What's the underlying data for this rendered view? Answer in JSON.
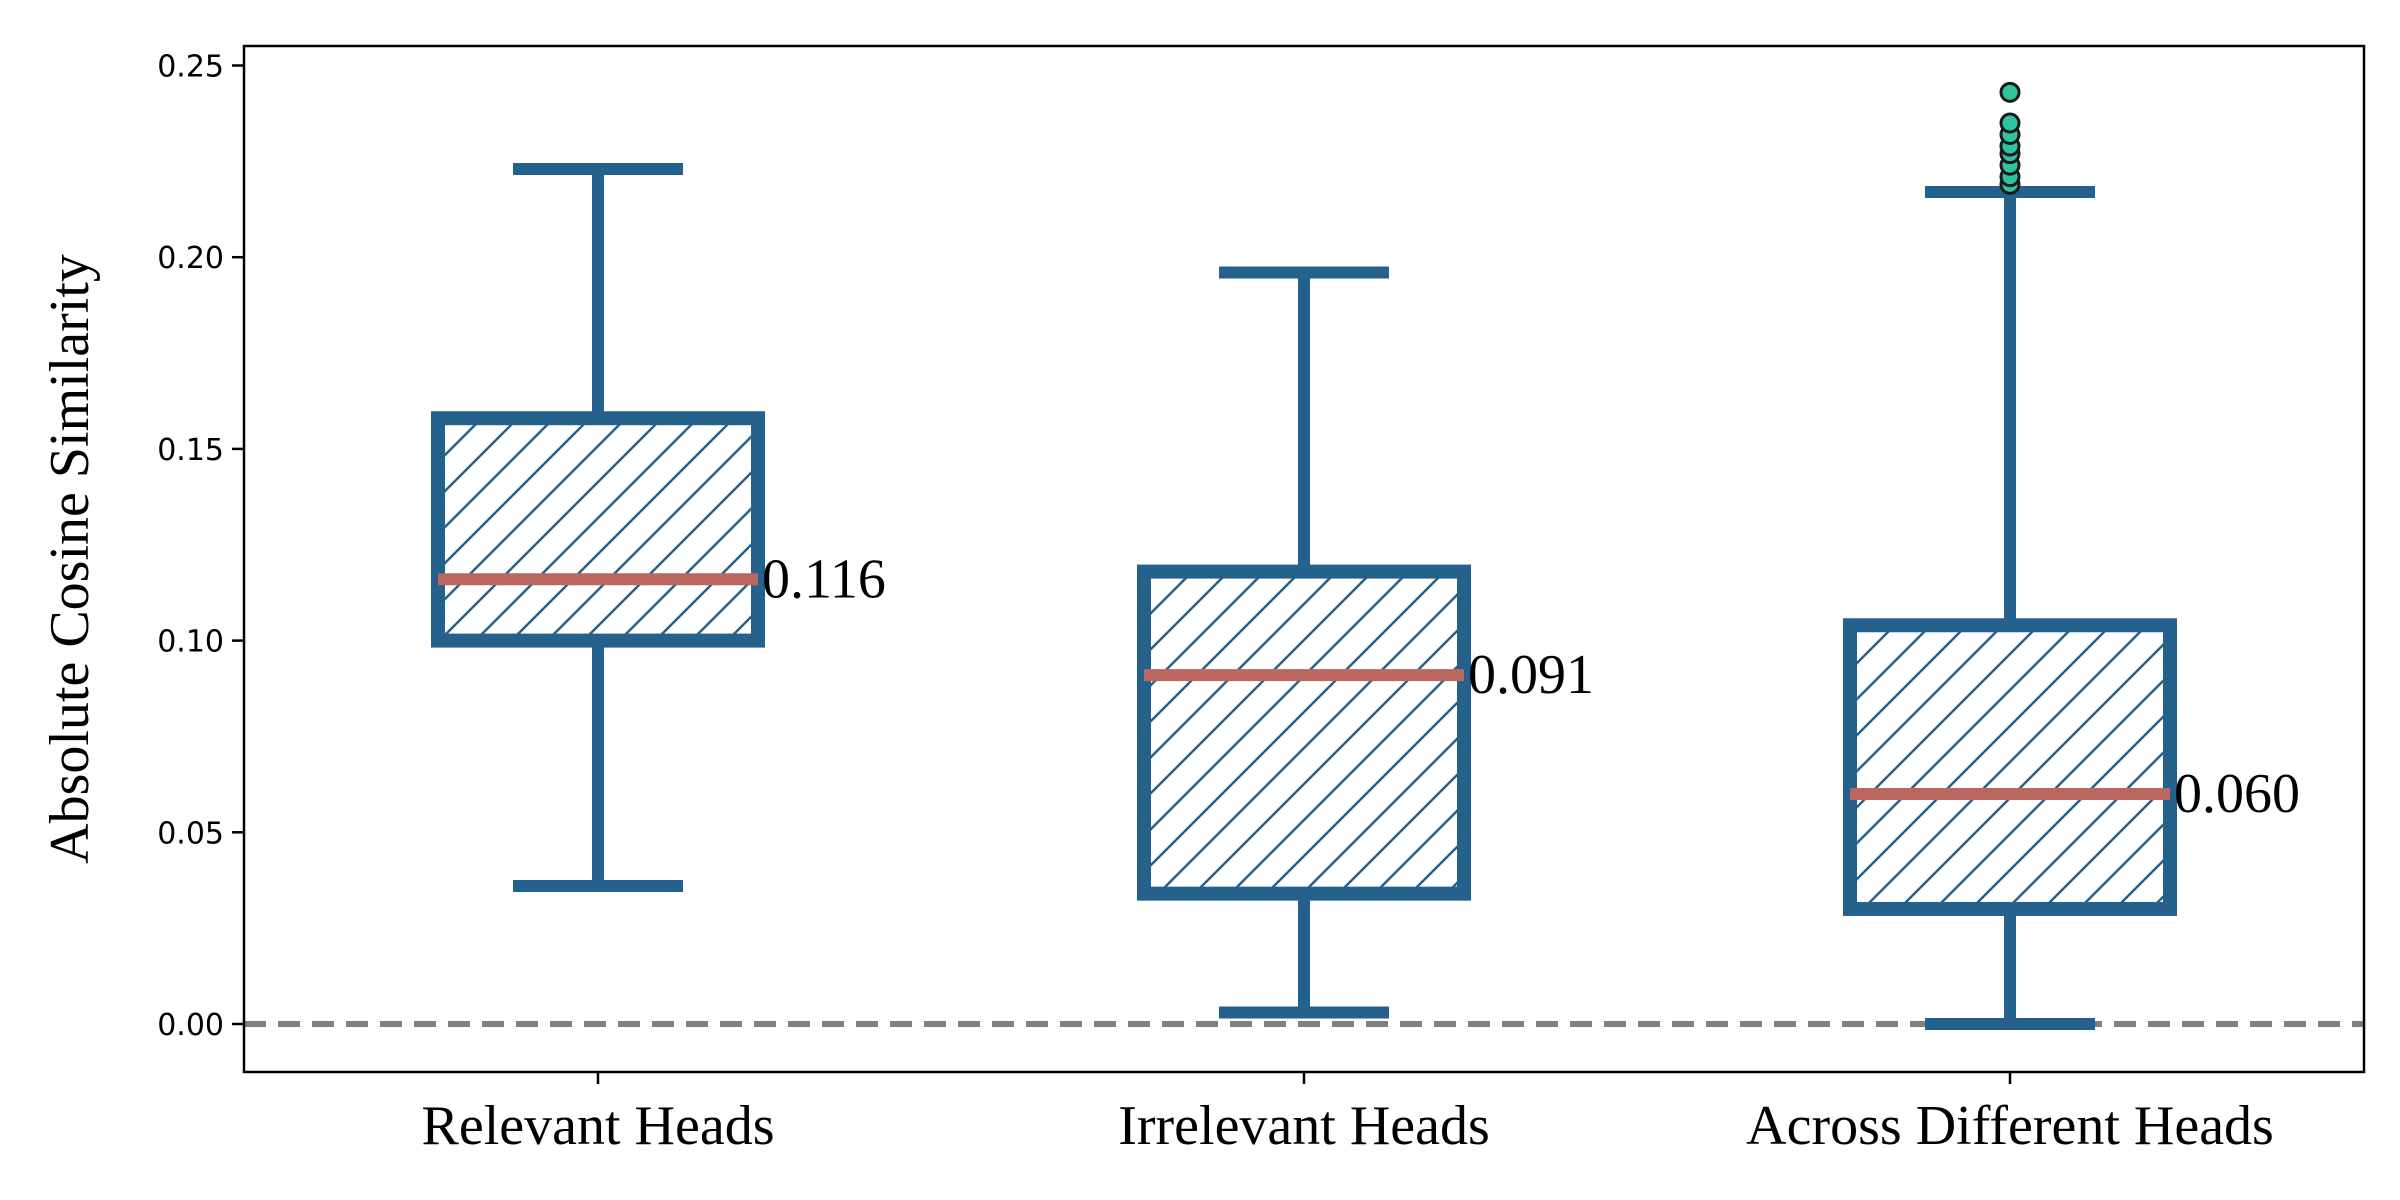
{
  "chart_data": {
    "type": "boxplot",
    "categories": [
      "Relevant Heads",
      "Irrelevant Heads",
      "Across Different Heads"
    ],
    "ylabel": "Absolute Cosine Similarity",
    "xlabel": "",
    "ylim": [
      -0.012,
      0.255
    ],
    "yticks": [
      0.0,
      0.05,
      0.1,
      0.15,
      0.2,
      0.25
    ],
    "ytick_labels": [
      "0.00",
      "0.05",
      "0.10",
      "0.15",
      "0.20",
      "0.25"
    ],
    "grid": false,
    "reference_line": {
      "y": 0.0,
      "style": "dashed",
      "color": "#808080"
    },
    "boxes": [
      {
        "whisker_low": 0.036,
        "q1": 0.1,
        "median": 0.116,
        "q3": 0.158,
        "whisker_high": 0.223,
        "median_label": "0.116",
        "outliers": []
      },
      {
        "whisker_low": 0.003,
        "q1": 0.034,
        "median": 0.091,
        "q3": 0.118,
        "whisker_high": 0.196,
        "median_label": "0.091",
        "outliers": []
      },
      {
        "whisker_low": 0.0,
        "q1": 0.03,
        "median": 0.06,
        "q3": 0.104,
        "whisker_high": 0.217,
        "median_label": "0.060",
        "outliers": [
          0.219,
          0.221,
          0.224,
          0.227,
          0.229,
          0.232,
          0.235,
          0.243
        ]
      }
    ],
    "colors": {
      "box": "#24628d",
      "median": "#bc6660",
      "outlier": "#2ec4a0",
      "reference": "#808080"
    }
  }
}
